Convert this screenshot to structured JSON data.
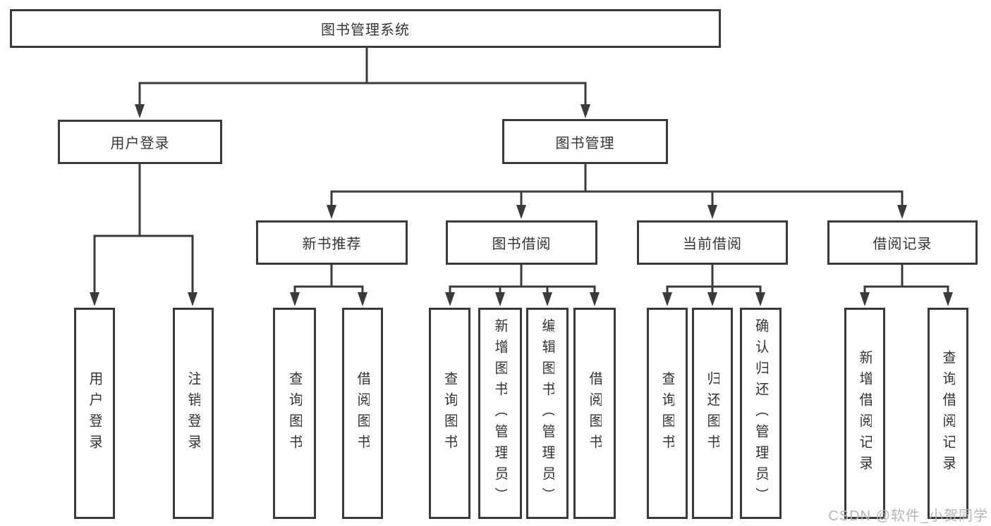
{
  "tree": {
    "root": "图书管理系统",
    "branches": [
      {
        "label": "用户登录",
        "children": [
          "用户登录",
          "注销登录"
        ]
      },
      {
        "label": "图书管理",
        "children": [
          {
            "label": "新书推荐",
            "children": [
              "查询图书",
              "借阅图书"
            ]
          },
          {
            "label": "图书借阅",
            "children": [
              "查询图书",
              "新增图书（管理员）",
              "编辑图书（管理员）",
              "借阅图书"
            ]
          },
          {
            "label": "当前借阅",
            "children": [
              "查询图书",
              "归还图书",
              "确认归还（管理员）"
            ]
          },
          {
            "label": "借阅记录",
            "children": [
              "新增借阅记录",
              "查询借阅记录"
            ]
          }
        ]
      }
    ]
  },
  "watermark": {
    "text": "CSDN @软件_小贺同学"
  },
  "colors": {
    "line": "#3a3a3a",
    "text": "#333333",
    "watermark": "#b5b5b5",
    "background": "#ffffff"
  }
}
